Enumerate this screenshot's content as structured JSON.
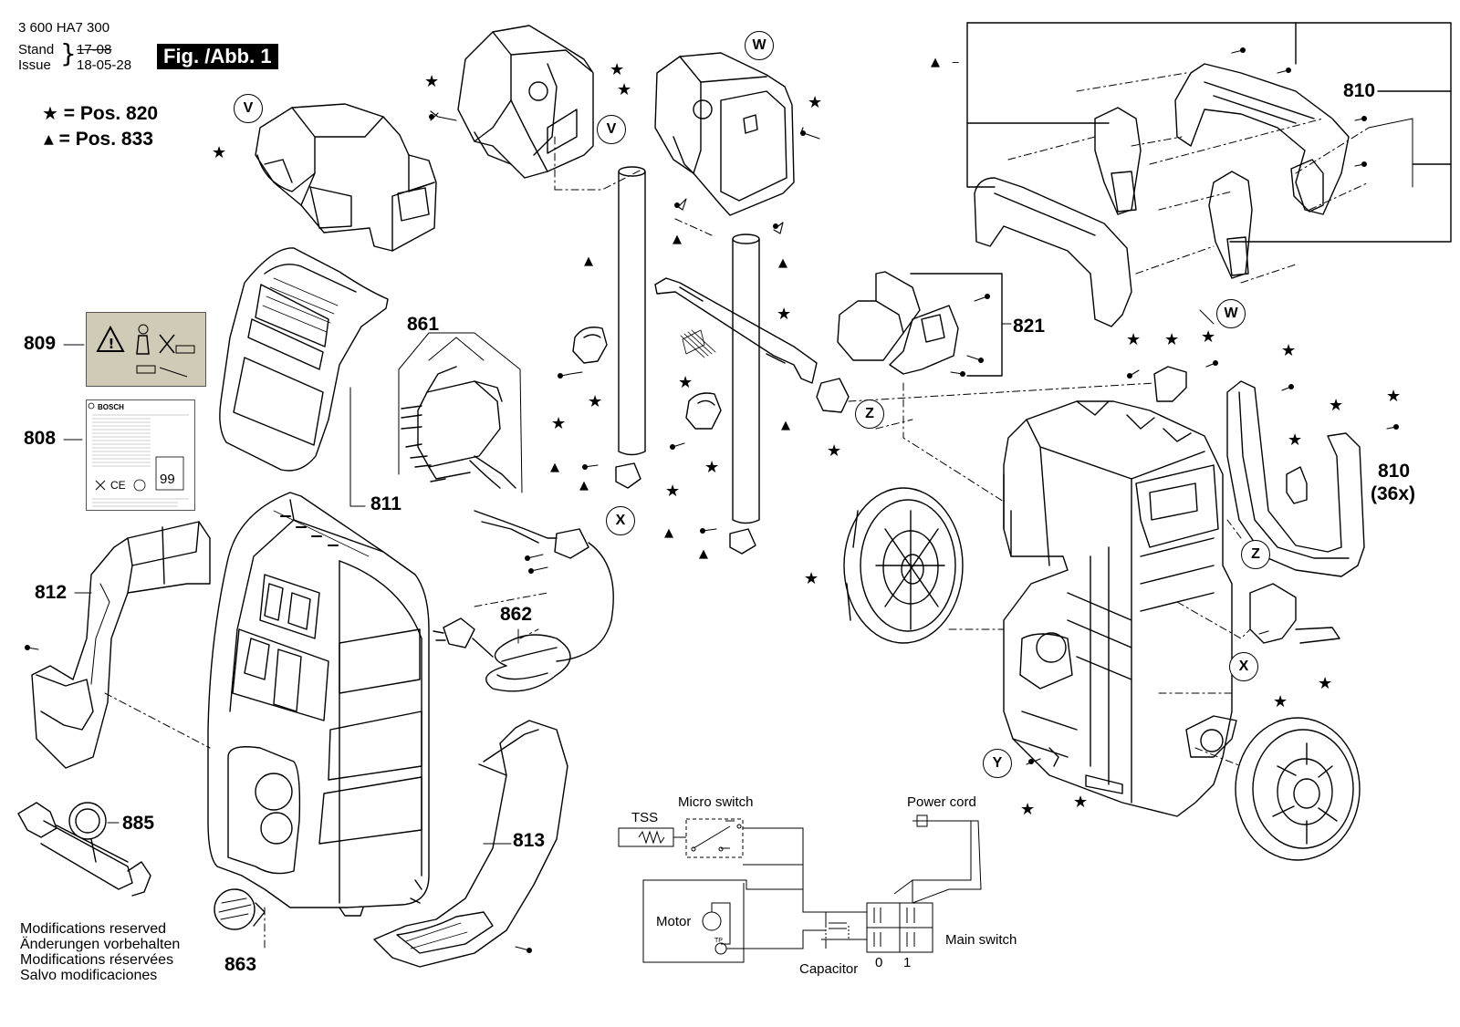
{
  "header": {
    "doc_number": "3 600 HA7 300",
    "stand_label": "Stand",
    "stand_value": "17-08",
    "issue_label": "Issue",
    "issue_value": "18-05-28",
    "figure_label": "Fig. /Abb. 1"
  },
  "legend": {
    "star_text": "= Pos. 820",
    "triangle_text": "= Pos. 833"
  },
  "part_numbers": {
    "p809": "809",
    "p808": "808",
    "p811": "811",
    "p812": "812",
    "p885": "885",
    "p863": "863",
    "p813": "813",
    "p861": "861",
    "p862": "862",
    "p821": "821",
    "p810a": "810",
    "p810b": "810",
    "p810b_qty": "(36x)"
  },
  "callouts": {
    "V": "V",
    "W": "W",
    "X": "X",
    "Y": "Y",
    "Z": "Z"
  },
  "label_808": {
    "brand": "BOSCH",
    "marks": "CE",
    "number": "99"
  },
  "wiring": {
    "tss": "TSS",
    "micro_switch": "Micro switch",
    "power_cord": "Power cord",
    "motor": "Motor",
    "tp": "TP",
    "capacitor": "Capacitor",
    "main_switch": "Main switch",
    "pos0": "0",
    "pos1": "1"
  },
  "footer": {
    "line1": "Modifications reserved",
    "line2": "Änderungen vorbehalten",
    "line3": "Modifications réservées",
    "line4": "Salvo modificaciones"
  }
}
